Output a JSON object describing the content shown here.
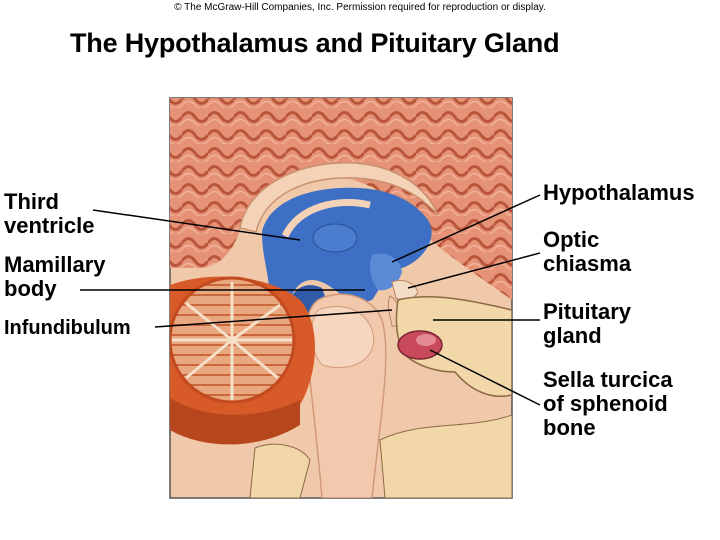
{
  "copyright": "© The McGraw-Hill Companies, Inc. Permission required for reproduction or display.",
  "title": "The Hypothalamus and Pituitary Gland",
  "labels": {
    "third_ventricle": [
      "Third",
      "ventricle"
    ],
    "mamillary_body": [
      "Mamillary",
      "body"
    ],
    "infundibulum": "Infundibulum",
    "hypothalamus": "Hypothalamus",
    "optic_chiasma": [
      "Optic",
      "chiasma"
    ],
    "pituitary_gland": [
      "Pituitary",
      "gland"
    ],
    "sella_turcica": [
      "Sella turcica",
      "of sphenoid",
      "bone"
    ]
  },
  "colors": {
    "cortex": "#e0876a",
    "cortex_dark": "#b8502f",
    "ventricle": "#3d6fc4",
    "brainstem": "#f3c9ad",
    "cerebellum": "#d85a28",
    "bone": "#f2d8a8",
    "pituitary": "#c94a5a"
  }
}
